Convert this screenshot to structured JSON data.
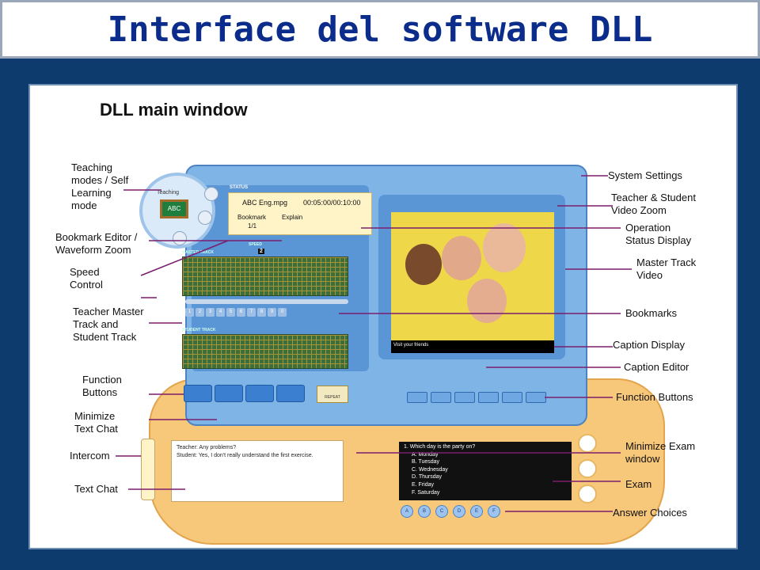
{
  "slide_title": "Interface del software DLL",
  "panel_title": "DLL main window",
  "app": {
    "mode_label": "Teaching",
    "mode_board": "ABC",
    "status_header": "STATUS",
    "file_name": "ABC Eng.mpg",
    "time": "00:05:00/00:10:00",
    "bookmark_label": "Bookmark",
    "explain_label": "Explain",
    "bookmark_count": "1/1",
    "master_track_label": "MASTER TRACK",
    "speed_label": "SPEED",
    "speed_value": "2",
    "student_track_label": "STUDENT TRACK",
    "bookmarks": [
      "1",
      "2",
      "3",
      "4",
      "5",
      "6",
      "7",
      "8",
      "9",
      "0"
    ],
    "caption_text": "Visit your friends",
    "repeat_label": "REPEAT",
    "chat_line1": "Teacher: Any problems?",
    "chat_line2": "Student: Yes, I don't really understand the first exercise.",
    "exam_question": "1. Which day is the party on?",
    "exam_options": [
      "A. Monday",
      "B. Tuesday",
      "C. Wednesday",
      "D. Thursday",
      "E. Friday",
      "F. Saturday"
    ],
    "answer_letters": [
      "A",
      "B",
      "C",
      "D",
      "E",
      "F"
    ]
  },
  "callouts": {
    "teaching_modes": [
      "Teaching",
      "modes / Self",
      "Learning",
      "mode"
    ],
    "bookmark_editor": [
      "Bookmark Editor /",
      "Waveform Zoom"
    ],
    "speed_control": [
      "Speed",
      "Control"
    ],
    "teacher_master": [
      "Teacher Master",
      "Track and",
      "Student Track"
    ],
    "function_buttons_left": [
      "Function",
      "Buttons"
    ],
    "minimize_text_chat": [
      "Minimize",
      "Text Chat"
    ],
    "intercom": "Intercom",
    "text_chat": "Text Chat",
    "system_settings": "System Settings",
    "teacher_student_zoom": [
      "Teacher & Student",
      "Video Zoom"
    ],
    "operation_status": [
      "Operation",
      "Status Display"
    ],
    "master_track_video": [
      "Master Track",
      "Video"
    ],
    "bookmarks": "Bookmarks",
    "caption_display": "Caption Display",
    "caption_editor": "Caption Editor",
    "function_buttons_right": "Function Buttons",
    "minimize_exam": [
      "Minimize Exam",
      "window"
    ],
    "exam": "Exam",
    "answer_choices": "Answer Choices"
  },
  "colors": {
    "background": "#0d3b6e",
    "title_text": "#0b2c8a",
    "leader": "#7a1f6e"
  }
}
